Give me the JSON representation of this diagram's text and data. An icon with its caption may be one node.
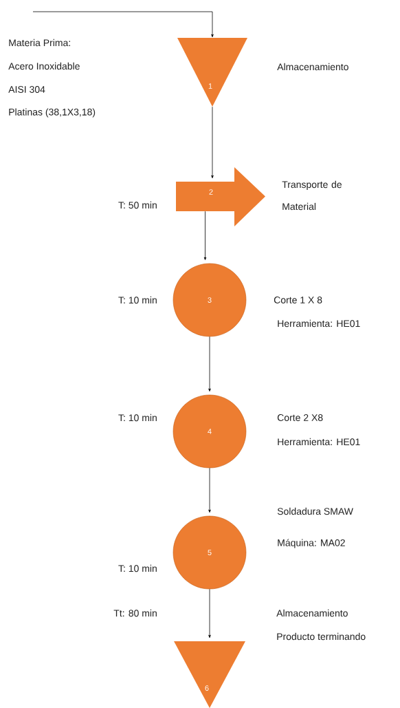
{
  "diagram": {
    "nodes": [
      {
        "text": [
          "1"
        ],
        "beside": [
          "Almacenamiento"
        ]
      },
      {
        "text": [
          "2"
        ],
        "beside": [
          "Transporte de Material",
          "T: 50 min"
        ]
      },
      {
        "text": [
          "3"
        ],
        "beside": [
          "T: 10 min",
          "Corte 1 X 8",
          "Herramienta: HE01"
        ]
      },
      {
        "text": [
          "4"
        ],
        "beside": [
          "T: 10 min",
          "Corte 2 X8",
          "Herramienta: HE01"
        ]
      },
      {
        "text": [
          "5"
        ],
        "beside": [
          "Soldadura SMAW",
          "Máquina: MA02",
          "T: 10 min"
        ]
      },
      {
        "text": [
          "6"
        ],
        "beside": [
          "Almacenamiento",
          "Producto terminando"
        ]
      }
    ],
    "edges": [
      {
        "from": null,
        "to": 0,
        "arrow": "to"
      },
      {
        "from": 0,
        "to": 1,
        "arrow": "to"
      },
      {
        "from": 1,
        "to": 2,
        "arrow": "to"
      },
      {
        "from": 2,
        "to": 3,
        "arrow": "to"
      },
      {
        "from": 3,
        "to": 4,
        "arrow": "to"
      },
      {
        "from": 4,
        "to": 5,
        "arrow": "to"
      }
    ],
    "labels": [
      "Materia Prima:",
      "Acero Inoxidable",
      "AISI 304",
      "Platinas (38,1X3,18)",
      "Tt: 80 min"
    ]
  }
}
